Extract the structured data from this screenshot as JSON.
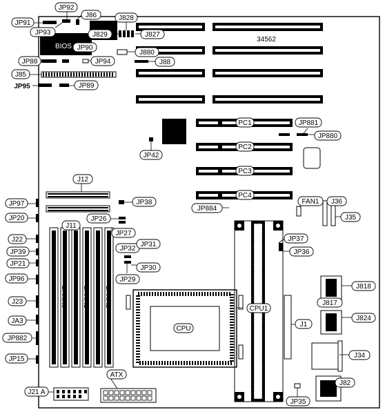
{
  "board_number": "34562",
  "labels": {
    "JP91": "JP91",
    "JP92": "JP92",
    "J86": "J86",
    "JP93": "JP93",
    "J828": "J828",
    "J829": "J829",
    "J827": "J827",
    "BIOS": "BIOS",
    "JP90": "JP90",
    "JP88": "JP88",
    "JP94": "JP94",
    "J880": "J880",
    "J88": "J88",
    "J85": "J85",
    "JP95": "JP95",
    "JP89": "JP89",
    "PC1": "PC1",
    "PC2": "PC2",
    "PC3": "PC3",
    "PC4": "PC4",
    "JP881": "JP881",
    "JP880": "JP880",
    "JP42": "JP42",
    "J12": "J12",
    "JP97": "JP97",
    "JP38": "JP38",
    "JP884": "JP884",
    "FAN1": "FAN1",
    "J36": "J36",
    "J35": "J35",
    "JP20": "JP20",
    "J11": "J11",
    "JP26": "JP26",
    "JP27": "JP27",
    "J22": "J22",
    "JP32": "JP32",
    "JP31": "JP31",
    "JP37": "JP37",
    "JP36": "JP36",
    "JP39": "JP39",
    "JP30": "JP30",
    "JP21": "JP21",
    "JP29": "JP29",
    "JP96": "JP96",
    "J818": "J818",
    "J23": "J23",
    "J817": "J817",
    "CPU1": "CPU1",
    "J824": "J824",
    "CPU": "CPU",
    "JA3": "JA3",
    "J1": "J1",
    "JP882": "JP882",
    "J34": "J34",
    "JP15": "JP15",
    "ATX": "ATX",
    "J21A": "J21 A",
    "J82": "J82",
    "JP35": "JP35",
    "BANK0": "BANK0",
    "BANK1": "BANK1",
    "BANK2": "BANK2"
  }
}
